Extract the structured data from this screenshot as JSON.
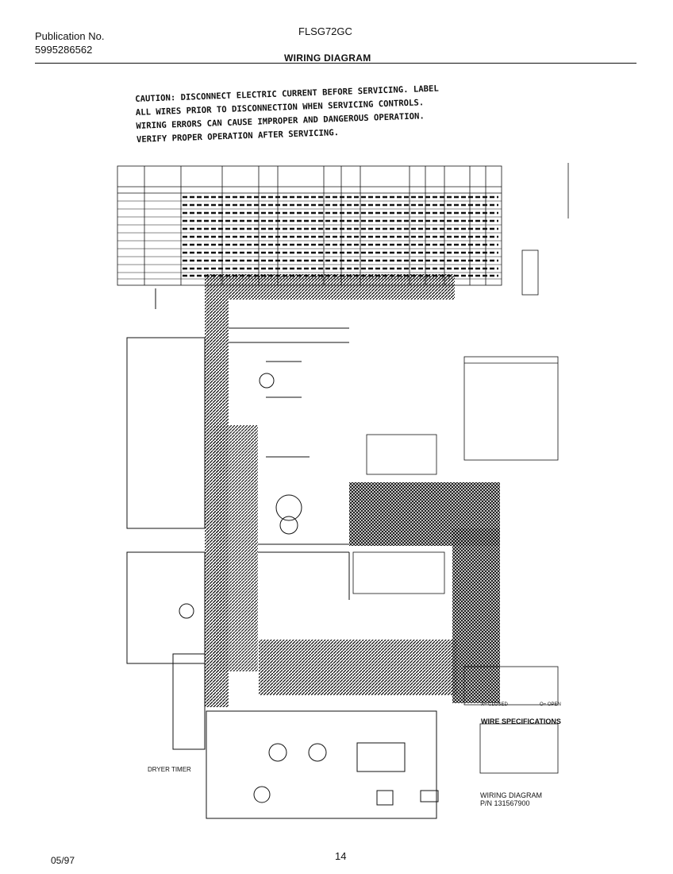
{
  "header": {
    "publication_label": "Publication No.",
    "publication_number": "5995286562",
    "model": "FLSG72GC",
    "section_title": "WIRING DIAGRAM"
  },
  "caution": {
    "lines": [
      "CAUTION: DISCONNECT ELECTRIC CURRENT BEFORE SERVICING. LABEL",
      "ALL WIRES PRIOR TO DISCONNECTION WHEN SERVICING CONTROLS.",
      "WIRING ERRORS CAN CAUSE IMPROPER AND DANGEROUS OPERATION.",
      "VERIFY PROPER OPERATION AFTER SERVICING."
    ]
  },
  "diagram": {
    "timer_label": "DRYER TIMER",
    "wire_specs_title": "WIRE SPECIFICATIONS",
    "closed_label": "X= CLOSED",
    "open_label": "O= OPEN",
    "diagram_label": "WIRING DIAGRAM",
    "part_number": "P/N 131567900"
  },
  "footer": {
    "date": "05/97",
    "page": "14"
  }
}
